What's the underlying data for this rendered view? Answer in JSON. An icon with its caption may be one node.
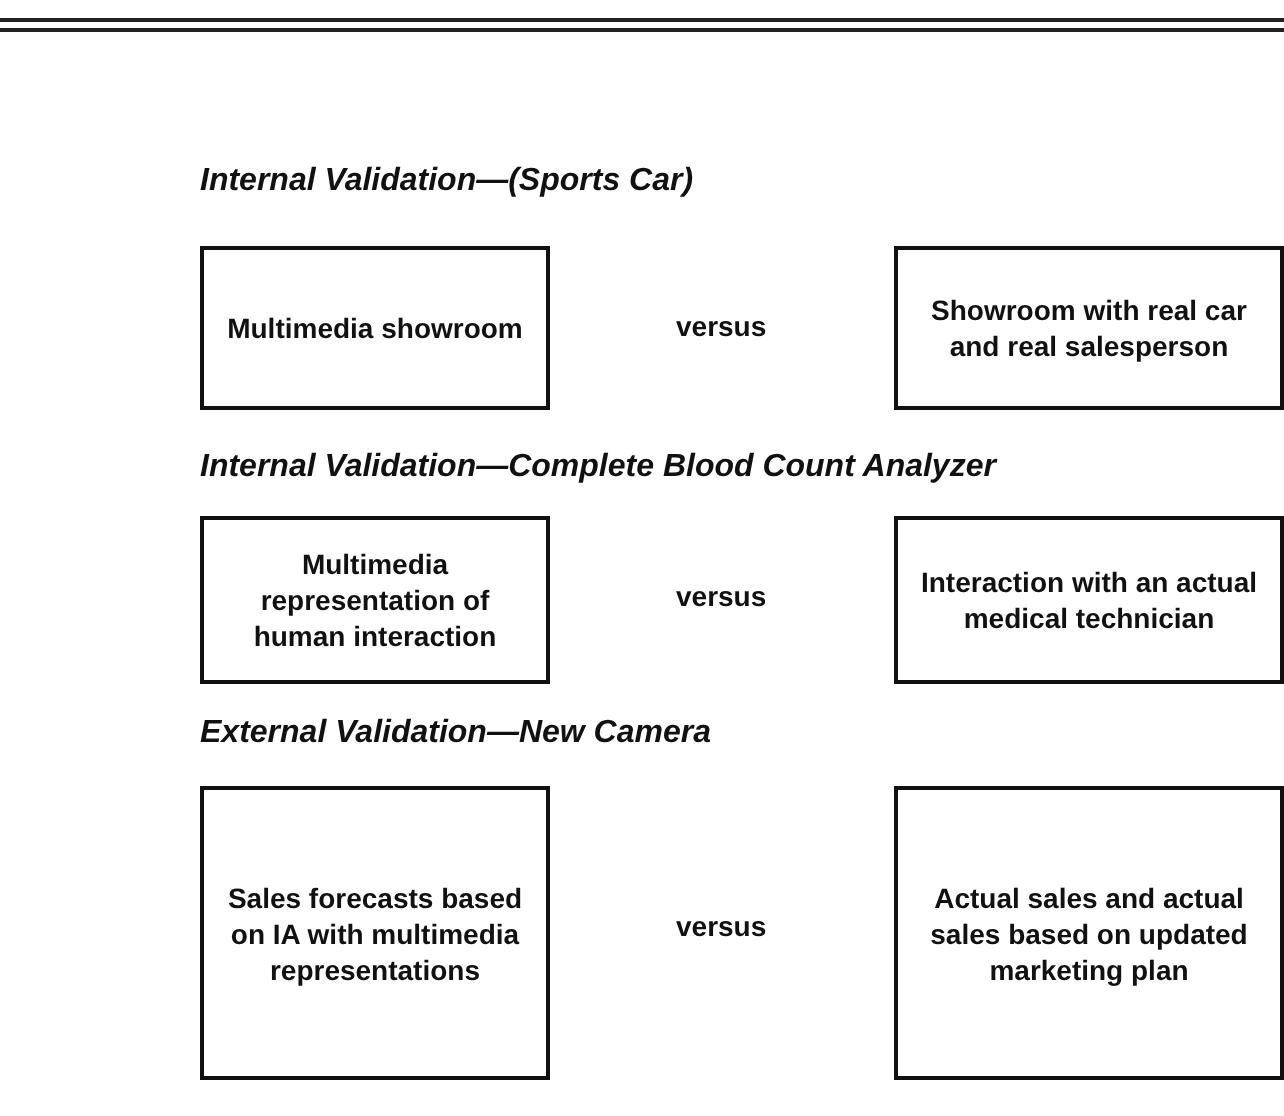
{
  "diagram": {
    "nodes": [
      {
        "text": [
          "Multimedia showroom"
        ]
      },
      {
        "text": [
          "Showroom with real car and real salesperson"
        ]
      },
      {
        "text": [
          "Multimedia representation of human interaction"
        ]
      },
      {
        "text": [
          "Interaction with an actual medical technician"
        ]
      },
      {
        "text": [
          "Sales forecasts based on IA with multimedia representations"
        ]
      },
      {
        "text": [
          "Actual sales and actual sales based on updated marketing plan"
        ]
      }
    ],
    "labels": [
      "Internal Validation—(Sports Car)",
      "versus",
      "Internal Validation—Complete Blood Count Analyzer",
      "versus",
      "External Validation—New Camera",
      "versus"
    ]
  }
}
